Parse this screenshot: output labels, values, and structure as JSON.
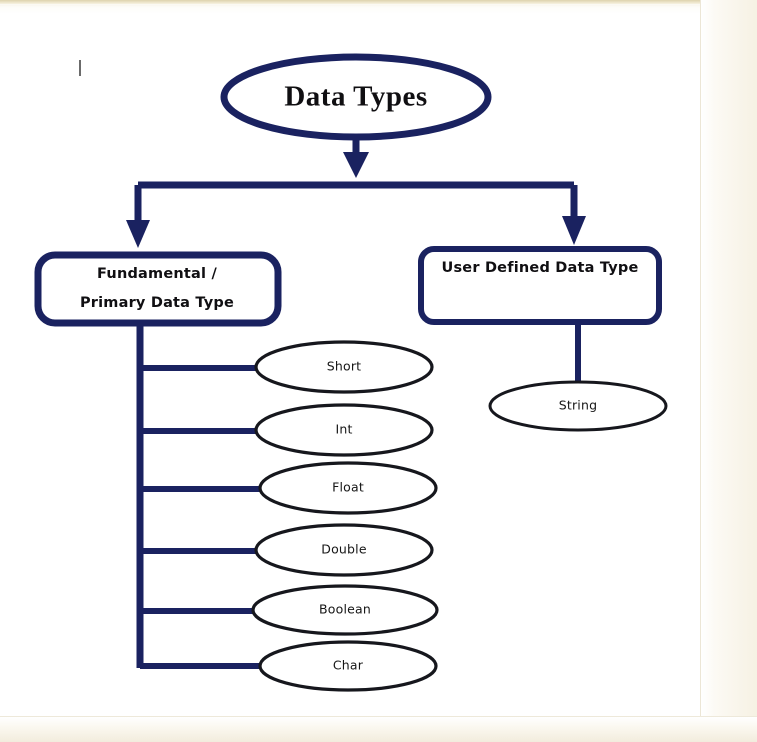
{
  "diagram": {
    "title": "Data Types",
    "type": "hierarchy-tree",
    "colors": {
      "navy_stroke": "#1a2260",
      "black_stroke": "#16171d",
      "text": "#100f12",
      "page_background": "#ffffff",
      "paper_edge": "#f2ecdd"
    },
    "root": {
      "id": "root-data-types",
      "label": "Data Types",
      "shape": "ellipse"
    },
    "branches": [
      {
        "id": "fundamental-primary",
        "shape": "rounded-rectangle",
        "label_lines": [
          "Fundamental /",
          "Primary Data Type"
        ],
        "children": [
          {
            "id": "short",
            "label": "Short",
            "shape": "ellipse"
          },
          {
            "id": "int",
            "label": "Int",
            "shape": "ellipse"
          },
          {
            "id": "float",
            "label": "Float",
            "shape": "ellipse"
          },
          {
            "id": "double",
            "label": "Double",
            "shape": "ellipse"
          },
          {
            "id": "boolean",
            "label": "Boolean",
            "shape": "ellipse"
          },
          {
            "id": "char",
            "label": "Char",
            "shape": "ellipse"
          }
        ]
      },
      {
        "id": "user-defined",
        "shape": "rounded-rectangle",
        "label_lines": [
          "User Defined Data Type"
        ],
        "children": [
          {
            "id": "string",
            "label": "String",
            "shape": "ellipse"
          }
        ]
      }
    ]
  }
}
